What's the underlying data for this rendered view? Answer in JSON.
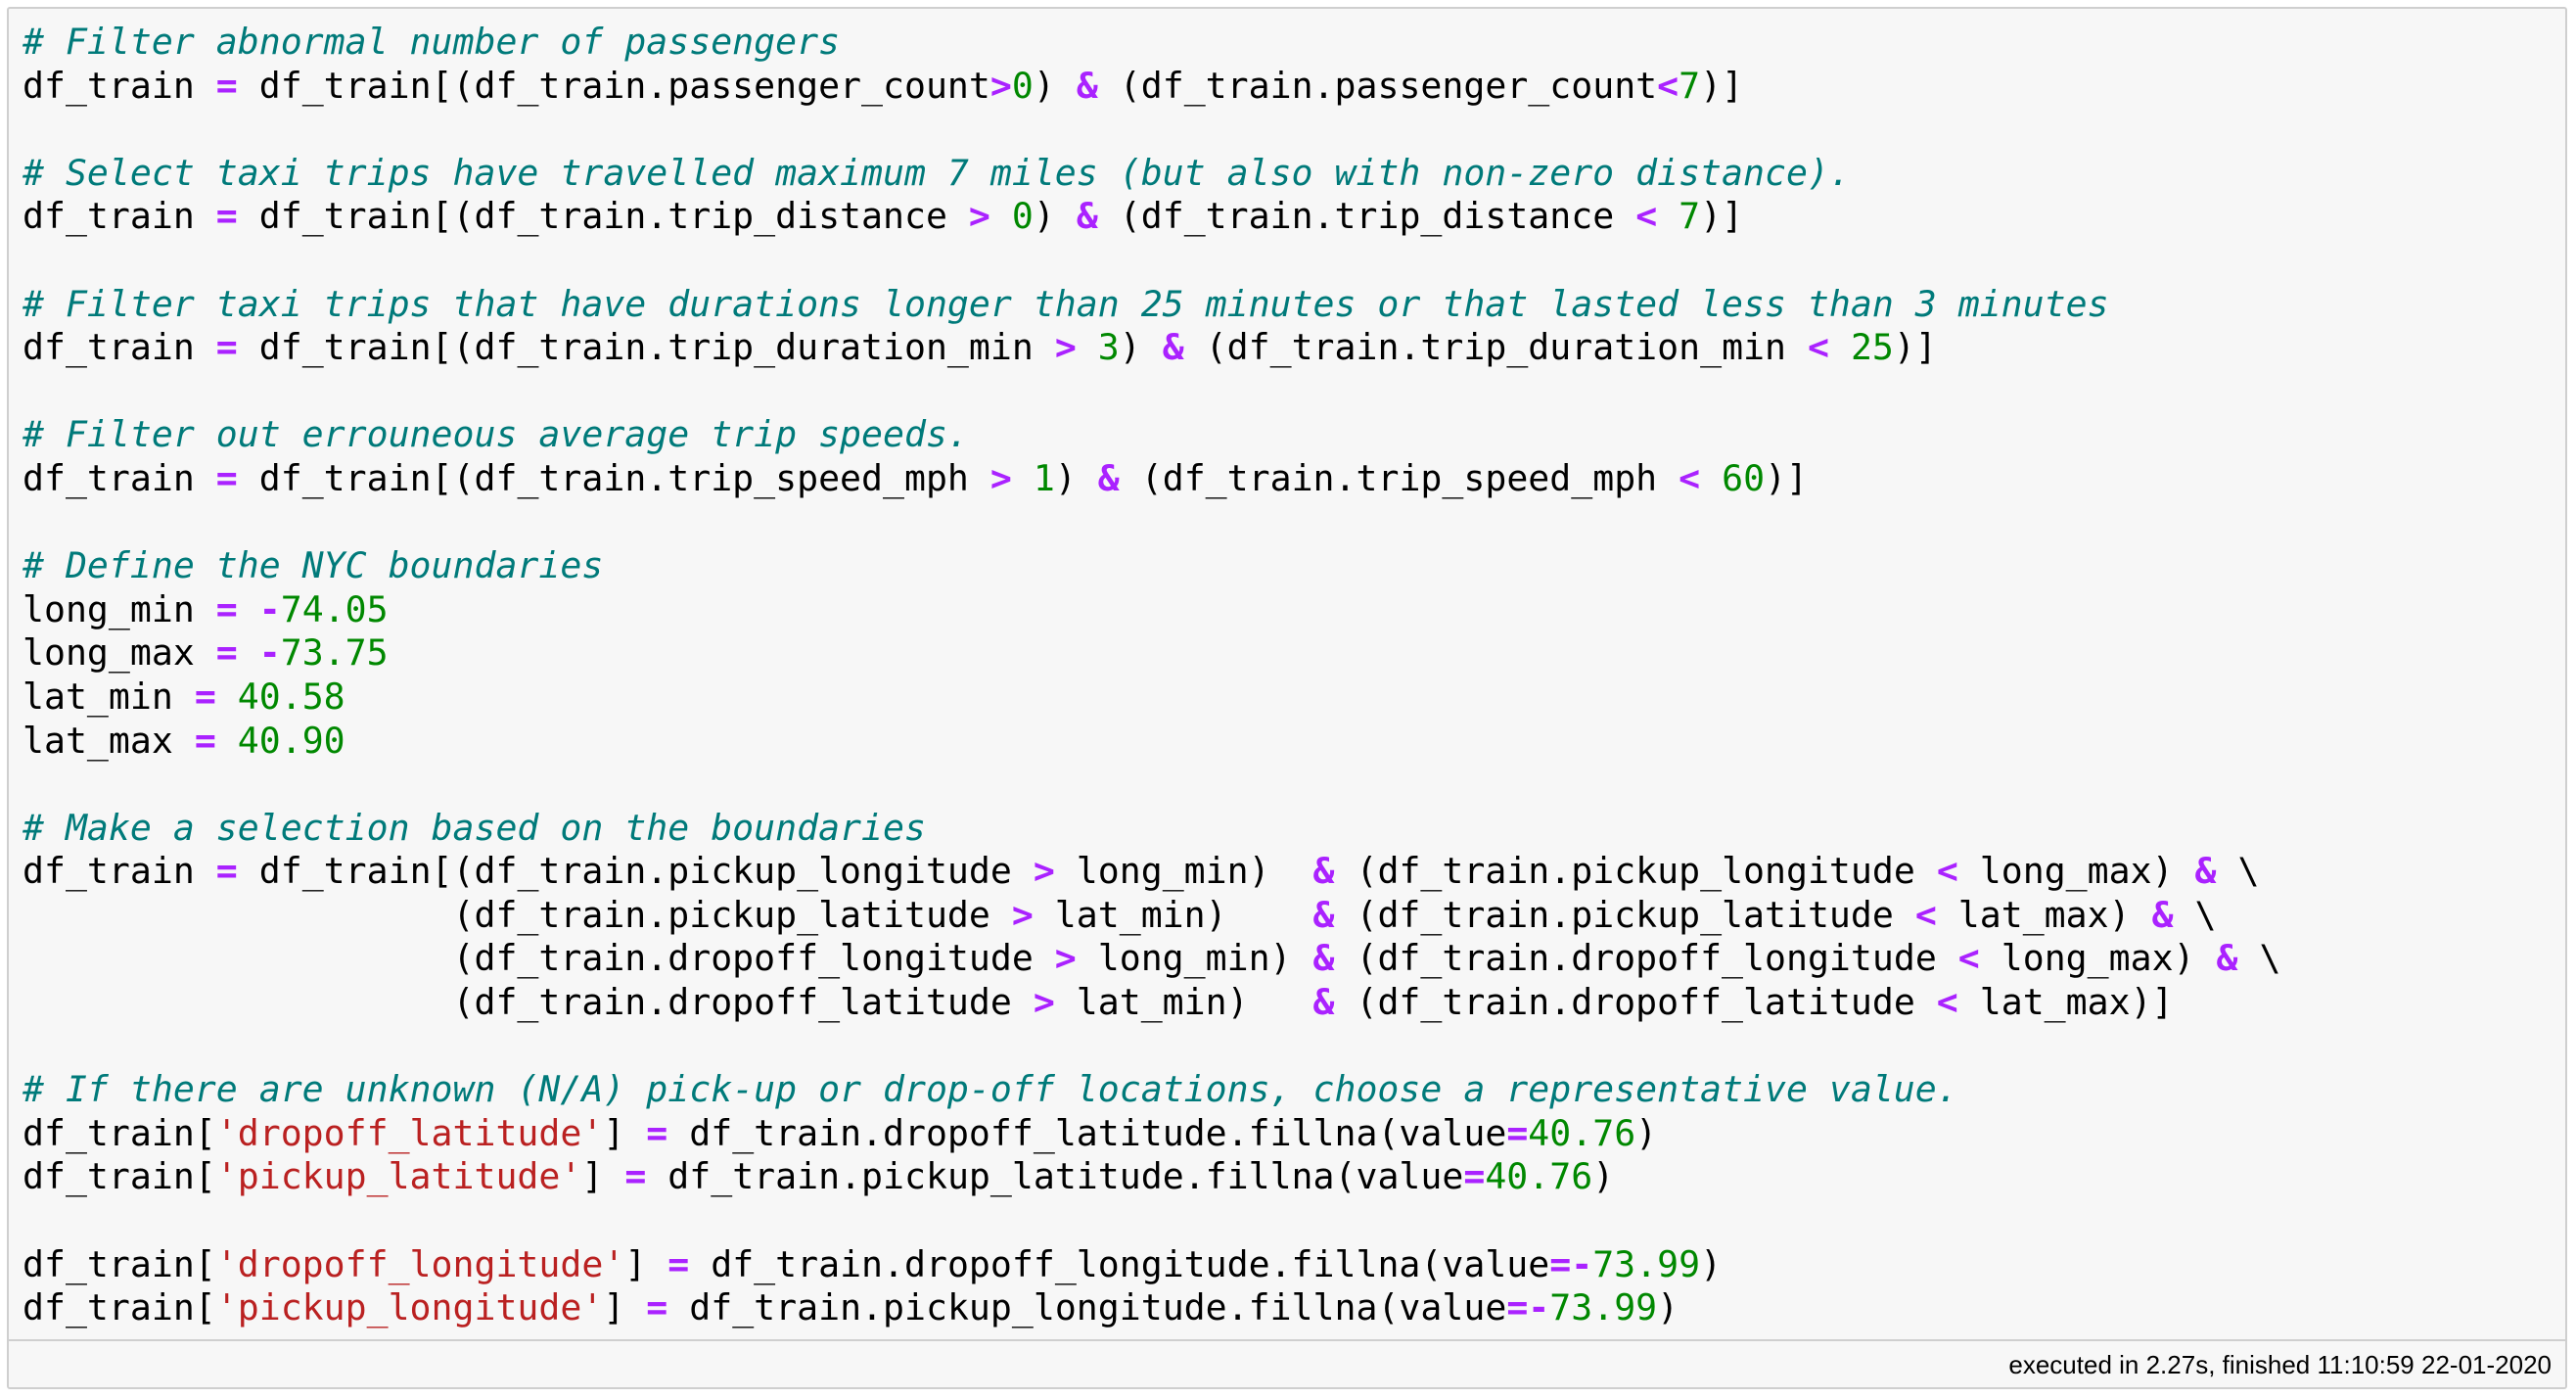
{
  "code_cell": {
    "lines": [
      [
        {
          "t": "cm",
          "v": "# Filter abnormal number of passengers"
        }
      ],
      [
        {
          "t": "tx",
          "v": "df_train "
        },
        {
          "t": "op",
          "v": "="
        },
        {
          "t": "tx",
          "v": " df_train[(df_train.passenger_count"
        },
        {
          "t": "op",
          "v": ">"
        },
        {
          "t": "nm",
          "v": "0"
        },
        {
          "t": "tx",
          "v": ") "
        },
        {
          "t": "op",
          "v": "&"
        },
        {
          "t": "tx",
          "v": " (df_train.passenger_count"
        },
        {
          "t": "op",
          "v": "<"
        },
        {
          "t": "nm",
          "v": "7"
        },
        {
          "t": "tx",
          "v": ")]"
        }
      ],
      [],
      [
        {
          "t": "cm",
          "v": "# Select taxi trips have travelled maximum 7 miles (but also with non-zero distance)."
        }
      ],
      [
        {
          "t": "tx",
          "v": "df_train "
        },
        {
          "t": "op",
          "v": "="
        },
        {
          "t": "tx",
          "v": " df_train[(df_train.trip_distance "
        },
        {
          "t": "op",
          "v": ">"
        },
        {
          "t": "tx",
          "v": " "
        },
        {
          "t": "nm",
          "v": "0"
        },
        {
          "t": "tx",
          "v": ") "
        },
        {
          "t": "op",
          "v": "&"
        },
        {
          "t": "tx",
          "v": " (df_train.trip_distance "
        },
        {
          "t": "op",
          "v": "<"
        },
        {
          "t": "tx",
          "v": " "
        },
        {
          "t": "nm",
          "v": "7"
        },
        {
          "t": "tx",
          "v": ")]"
        }
      ],
      [],
      [
        {
          "t": "cm",
          "v": "# Filter taxi trips that have durations longer than 25 minutes or that lasted less than 3 minutes"
        }
      ],
      [
        {
          "t": "tx",
          "v": "df_train "
        },
        {
          "t": "op",
          "v": "="
        },
        {
          "t": "tx",
          "v": " df_train[(df_train.trip_duration_min "
        },
        {
          "t": "op",
          "v": ">"
        },
        {
          "t": "tx",
          "v": " "
        },
        {
          "t": "nm",
          "v": "3"
        },
        {
          "t": "tx",
          "v": ") "
        },
        {
          "t": "op",
          "v": "&"
        },
        {
          "t": "tx",
          "v": " (df_train.trip_duration_min "
        },
        {
          "t": "op",
          "v": "<"
        },
        {
          "t": "tx",
          "v": " "
        },
        {
          "t": "nm",
          "v": "25"
        },
        {
          "t": "tx",
          "v": ")]"
        }
      ],
      [],
      [
        {
          "t": "cm",
          "v": "# Filter out errouneous average trip speeds."
        }
      ],
      [
        {
          "t": "tx",
          "v": "df_train "
        },
        {
          "t": "op",
          "v": "="
        },
        {
          "t": "tx",
          "v": " df_train[(df_train.trip_speed_mph "
        },
        {
          "t": "op",
          "v": ">"
        },
        {
          "t": "tx",
          "v": " "
        },
        {
          "t": "nm",
          "v": "1"
        },
        {
          "t": "tx",
          "v": ") "
        },
        {
          "t": "op",
          "v": "&"
        },
        {
          "t": "tx",
          "v": " (df_train.trip_speed_mph "
        },
        {
          "t": "op",
          "v": "<"
        },
        {
          "t": "tx",
          "v": " "
        },
        {
          "t": "nm",
          "v": "60"
        },
        {
          "t": "tx",
          "v": ")]"
        }
      ],
      [],
      [
        {
          "t": "cm",
          "v": "# Define the NYC boundaries"
        }
      ],
      [
        {
          "t": "tx",
          "v": "long_min "
        },
        {
          "t": "op",
          "v": "="
        },
        {
          "t": "tx",
          "v": " "
        },
        {
          "t": "op",
          "v": "-"
        },
        {
          "t": "nm",
          "v": "74.05"
        }
      ],
      [
        {
          "t": "tx",
          "v": "long_max "
        },
        {
          "t": "op",
          "v": "="
        },
        {
          "t": "tx",
          "v": " "
        },
        {
          "t": "op",
          "v": "-"
        },
        {
          "t": "nm",
          "v": "73.75"
        }
      ],
      [
        {
          "t": "tx",
          "v": "lat_min "
        },
        {
          "t": "op",
          "v": "="
        },
        {
          "t": "tx",
          "v": " "
        },
        {
          "t": "nm",
          "v": "40.58"
        }
      ],
      [
        {
          "t": "tx",
          "v": "lat_max "
        },
        {
          "t": "op",
          "v": "="
        },
        {
          "t": "tx",
          "v": " "
        },
        {
          "t": "nm",
          "v": "40.90"
        }
      ],
      [],
      [
        {
          "t": "cm",
          "v": "# Make a selection based on the boundaries"
        }
      ],
      [
        {
          "t": "tx",
          "v": "df_train "
        },
        {
          "t": "op",
          "v": "="
        },
        {
          "t": "tx",
          "v": " df_train[(df_train.pickup_longitude "
        },
        {
          "t": "op",
          "v": ">"
        },
        {
          "t": "tx",
          "v": " long_min)  "
        },
        {
          "t": "op",
          "v": "&"
        },
        {
          "t": "tx",
          "v": " (df_train.pickup_longitude "
        },
        {
          "t": "op",
          "v": "<"
        },
        {
          "t": "tx",
          "v": " long_max) "
        },
        {
          "t": "op",
          "v": "&"
        },
        {
          "t": "tx",
          "v": " \\"
        }
      ],
      [
        {
          "t": "tx",
          "v": "                    (df_train.pickup_latitude "
        },
        {
          "t": "op",
          "v": ">"
        },
        {
          "t": "tx",
          "v": " lat_min)    "
        },
        {
          "t": "op",
          "v": "&"
        },
        {
          "t": "tx",
          "v": " (df_train.pickup_latitude "
        },
        {
          "t": "op",
          "v": "<"
        },
        {
          "t": "tx",
          "v": " lat_max) "
        },
        {
          "t": "op",
          "v": "&"
        },
        {
          "t": "tx",
          "v": " \\"
        }
      ],
      [
        {
          "t": "tx",
          "v": "                    (df_train.dropoff_longitude "
        },
        {
          "t": "op",
          "v": ">"
        },
        {
          "t": "tx",
          "v": " long_min) "
        },
        {
          "t": "op",
          "v": "&"
        },
        {
          "t": "tx",
          "v": " (df_train.dropoff_longitude "
        },
        {
          "t": "op",
          "v": "<"
        },
        {
          "t": "tx",
          "v": " long_max) "
        },
        {
          "t": "op",
          "v": "&"
        },
        {
          "t": "tx",
          "v": " \\"
        }
      ],
      [
        {
          "t": "tx",
          "v": "                    (df_train.dropoff_latitude "
        },
        {
          "t": "op",
          "v": ">"
        },
        {
          "t": "tx",
          "v": " lat_min)   "
        },
        {
          "t": "op",
          "v": "&"
        },
        {
          "t": "tx",
          "v": " (df_train.dropoff_latitude "
        },
        {
          "t": "op",
          "v": "<"
        },
        {
          "t": "tx",
          "v": " lat_max)]"
        }
      ],
      [],
      [
        {
          "t": "cm",
          "v": "# If there are unknown (N/A) pick-up or drop-off locations, choose a representative value."
        }
      ],
      [
        {
          "t": "tx",
          "v": "df_train["
        },
        {
          "t": "st",
          "v": "'dropoff_latitude'"
        },
        {
          "t": "tx",
          "v": "] "
        },
        {
          "t": "op",
          "v": "="
        },
        {
          "t": "tx",
          "v": " df_train.dropoff_latitude.fillna(value"
        },
        {
          "t": "op",
          "v": "="
        },
        {
          "t": "nm",
          "v": "40.76"
        },
        {
          "t": "tx",
          "v": ")"
        }
      ],
      [
        {
          "t": "tx",
          "v": "df_train["
        },
        {
          "t": "st",
          "v": "'pickup_latitude'"
        },
        {
          "t": "tx",
          "v": "] "
        },
        {
          "t": "op",
          "v": "="
        },
        {
          "t": "tx",
          "v": " df_train.pickup_latitude.fillna(value"
        },
        {
          "t": "op",
          "v": "="
        },
        {
          "t": "nm",
          "v": "40.76"
        },
        {
          "t": "tx",
          "v": ")"
        }
      ],
      [],
      [
        {
          "t": "tx",
          "v": "df_train["
        },
        {
          "t": "st",
          "v": "'dropoff_longitude'"
        },
        {
          "t": "tx",
          "v": "] "
        },
        {
          "t": "op",
          "v": "="
        },
        {
          "t": "tx",
          "v": " df_train.dropoff_longitude.fillna(value"
        },
        {
          "t": "op",
          "v": "=-"
        },
        {
          "t": "nm",
          "v": "73.99"
        },
        {
          "t": "tx",
          "v": ")"
        }
      ],
      [
        {
          "t": "tx",
          "v": "df_train["
        },
        {
          "t": "st",
          "v": "'pickup_longitude'"
        },
        {
          "t": "tx",
          "v": "] "
        },
        {
          "t": "op",
          "v": "="
        },
        {
          "t": "tx",
          "v": " df_train.pickup_longitude.fillna(value"
        },
        {
          "t": "op",
          "v": "=-"
        },
        {
          "t": "nm",
          "v": "73.99"
        },
        {
          "t": "tx",
          "v": ")"
        }
      ]
    ]
  },
  "footer": {
    "execution_status": "executed in 2.27s, finished 11:10:59 22-01-2020"
  },
  "colors": {
    "comment": "#007a7a",
    "operator": "#aa22ff",
    "number": "#008800",
    "string": "#ba2121",
    "cell_background": "#f7f7f7",
    "cell_border": "#cfcfcf"
  }
}
